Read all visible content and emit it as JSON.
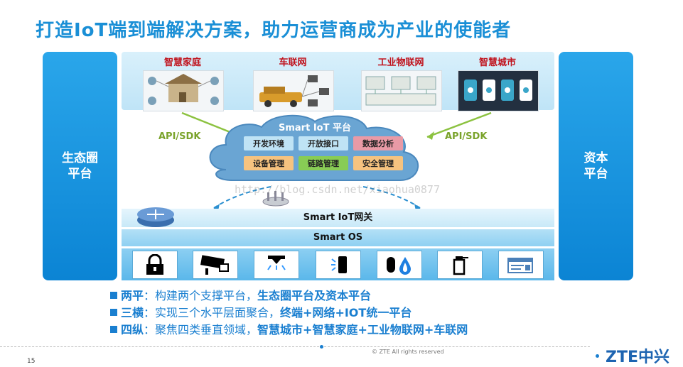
{
  "title": "打造IoT端到端解决方案，助力运营商成为产业的使能者",
  "left_panel": "生态圈\n平台",
  "right_panel": "资本\n平台",
  "applications": [
    {
      "label": "智慧家庭",
      "icon": "smart-home-illustration"
    },
    {
      "label": "车联网",
      "icon": "connected-car-illustration"
    },
    {
      "label": "工业物联网",
      "icon": "industrial-iot-illustration"
    },
    {
      "label": "智慧城市",
      "icon": "smart-city-illustration"
    }
  ],
  "api_left": "API/SDK",
  "api_right": "API/SDK",
  "platform": {
    "title": "Smart IoT 平台",
    "modules": [
      {
        "label": "开发环境",
        "color": "#bfe3f5"
      },
      {
        "label": "开放接口",
        "color": "#bfe3f5"
      },
      {
        "label": "数据分析",
        "color": "#e99aa6"
      },
      {
        "label": "设备管理",
        "color": "#f6c37f"
      },
      {
        "label": "链路管理",
        "color": "#88cc55"
      },
      {
        "label": "安全管理",
        "color": "#f6c37f"
      }
    ]
  },
  "gateway_label": "Smart IoT网关",
  "os_label": "Smart OS",
  "devices": [
    "lock-icon",
    "camera-icon",
    "sprinkler-icon",
    "light-switch-icon",
    "fire-water-sensor-icon",
    "extinguisher-icon",
    "card-reader-icon"
  ],
  "watermark": "http://blog.csdn.net/xiaohua0877",
  "bullets": [
    {
      "head": "两平",
      "text": "：构建两个支撑平台，",
      "highlight": "生态圈平台及资本平台"
    },
    {
      "head": "三横",
      "text": "：实现三个水平层面聚合，",
      "highlight": "终端+网络+IOT统一平台"
    },
    {
      "head": "四纵",
      "text": "：聚焦四类垂直领域，",
      "highlight": "智慧城市+智慧家庭+工业物联网+车联网"
    }
  ],
  "copyright": "© ZTE All rights reserved",
  "logo": "ZTE中兴",
  "page_number": "15",
  "colors": {
    "title": "#1a8fd6",
    "app_label": "#c0121c",
    "api": "#7aa32b",
    "panel": "#0b84d4"
  }
}
